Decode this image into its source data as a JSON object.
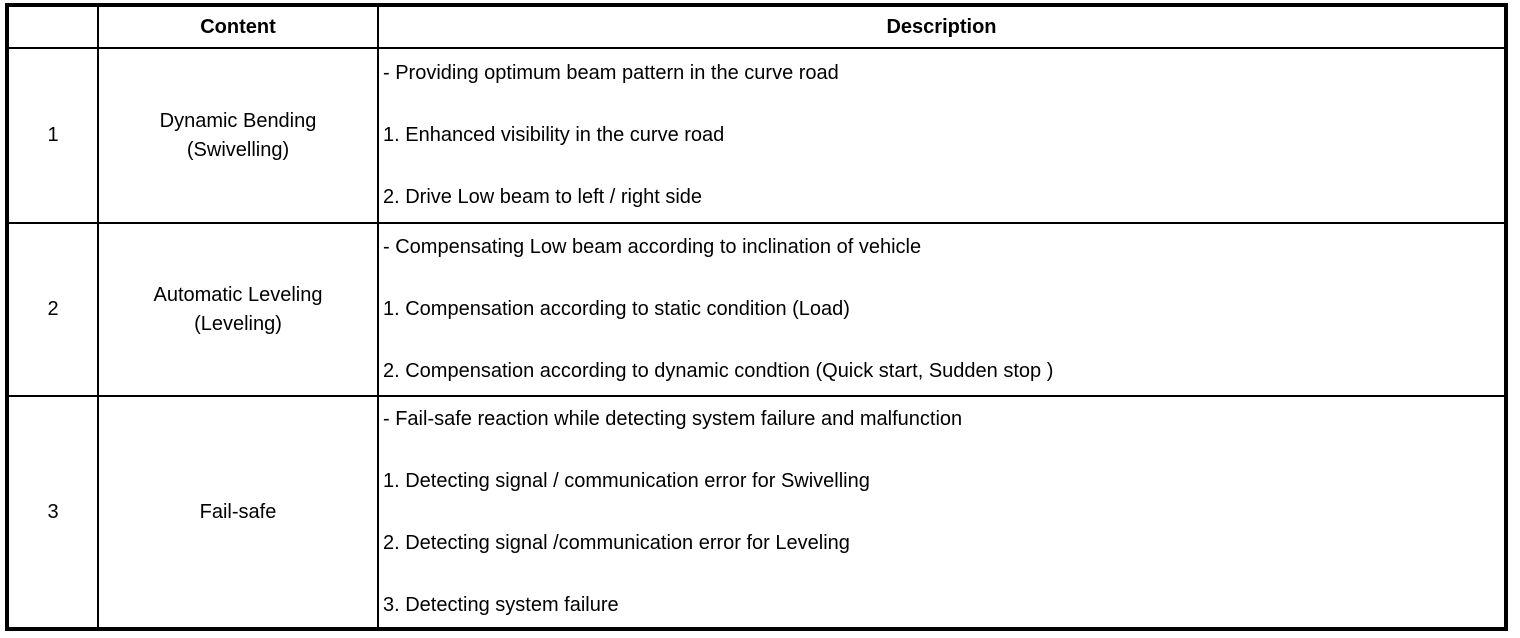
{
  "table": {
    "title": "headlamp-features-table",
    "header": {
      "index": "",
      "content": "Content",
      "description": "Description"
    },
    "rows": [
      {
        "num": "1",
        "content_lines": [
          "Dynamic Bending",
          "(Swivelling)"
        ],
        "desc_lines": [
          "- Providing optimum beam pattern in the curve road",
          "1. Enhanced visibility in the curve road",
          "2. Drive Low beam to left / right side"
        ]
      },
      {
        "num": "2",
        "content_lines": [
          "Automatic Leveling",
          "(Leveling)"
        ],
        "desc_lines": [
          "- Compensating Low beam according to inclination of vehicle",
          "1. Compensation according to static condition (Load)",
          "2. Compensation according to dynamic condtion (Quick start, Sudden stop )"
        ]
      },
      {
        "num": "3",
        "content_lines": [
          "Fail-safe"
        ],
        "desc_lines": [
          "- Fail-safe reaction while detecting system failure and malfunction",
          "1. Detecting signal / communication error for Swivelling",
          "2. Detecting signal /communication error for Leveling",
          "3. Detecting system failure"
        ]
      }
    ],
    "colors": {
      "border": "#000000",
      "text": "#000000",
      "background": "#ffffff"
    }
  }
}
